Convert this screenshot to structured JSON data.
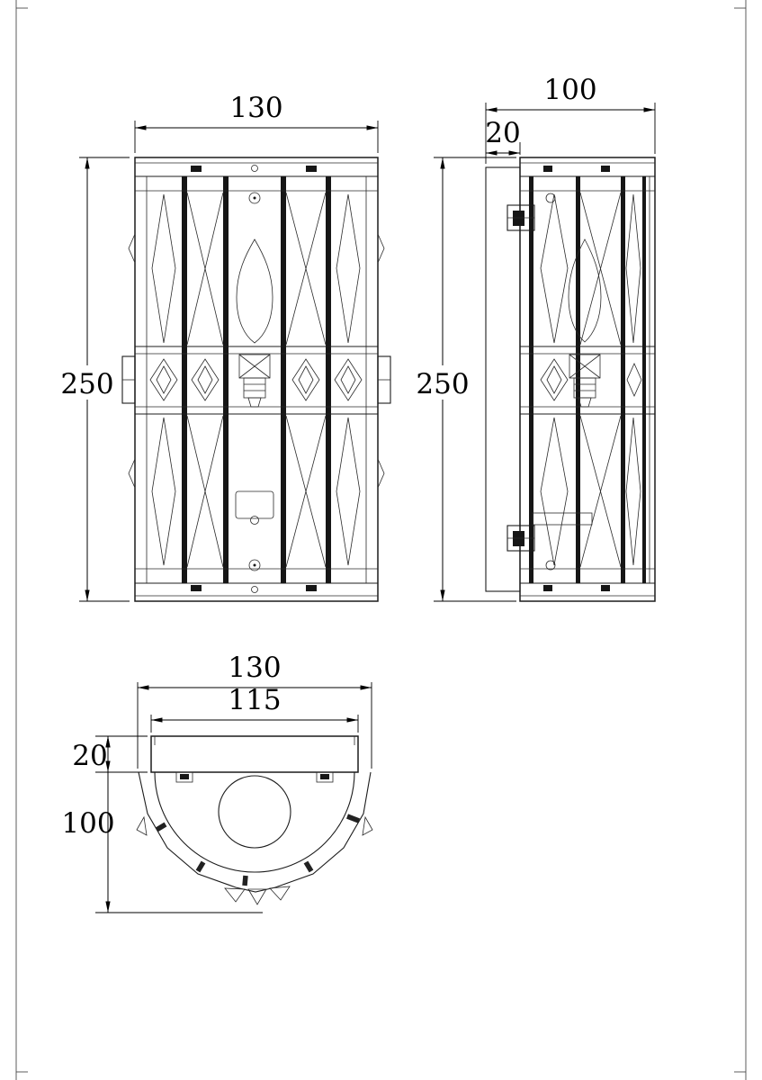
{
  "drawing": {
    "front_view": {
      "width": "130",
      "height": "250"
    },
    "side_view": {
      "depth_total": "100",
      "plate_depth": "20",
      "height": "250"
    },
    "top_view": {
      "width": "130",
      "plate_width": "115",
      "plate_depth": "20",
      "depth_total": "100"
    }
  },
  "colors": {
    "line": "#1c1c1c",
    "dimension": "#000000",
    "background": "#ffffff"
  }
}
